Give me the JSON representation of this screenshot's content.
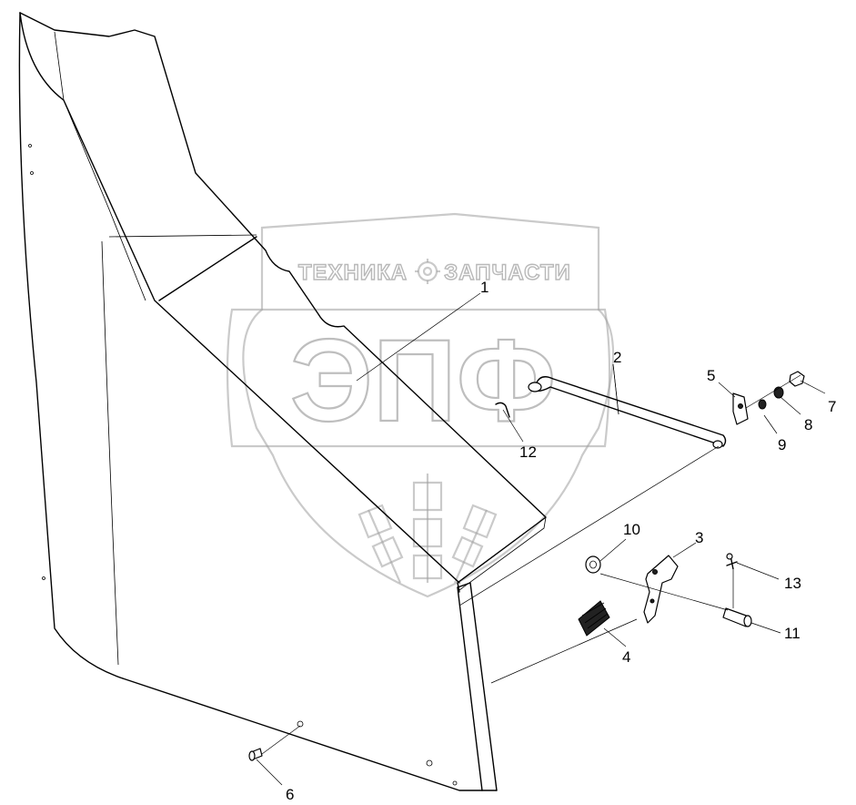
{
  "watermark": {
    "top_left": "ТЕХНИКА",
    "top_right": "ЗАПЧАСТИ",
    "big": "ЭПФ",
    "icon": "gear-icon"
  },
  "callouts": {
    "c1": "1",
    "c2": "2",
    "c3": "3",
    "c4": "4",
    "c5": "5",
    "c6": "6",
    "c7": "7",
    "c8": "8",
    "c9": "9",
    "c10": "10",
    "c11": "11",
    "c12": "12",
    "c13": "13"
  }
}
